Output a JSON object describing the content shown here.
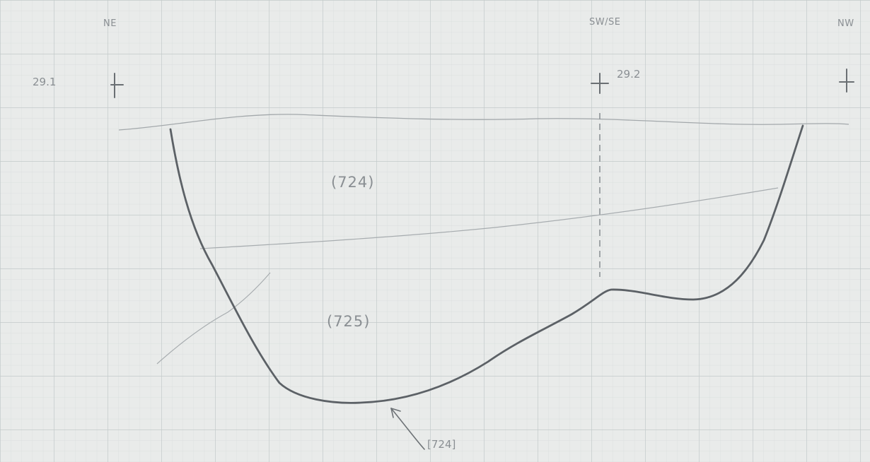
{
  "section": {
    "orientation": {
      "left": "NE",
      "middle": "SW/SE",
      "right": "NW"
    },
    "section_points": {
      "left": "29.1",
      "middle": "29.2"
    },
    "contexts": {
      "upper_fill": "(724)",
      "lower_fill": "(725)",
      "cut": "[724]"
    },
    "colors": {
      "paper": "#e9ebea",
      "grid_minor": "#d6dbdb",
      "grid_major": "#c5cbcc",
      "pencil_heavy": "#5c6166",
      "pencil_light": "#9ea3a6"
    }
  }
}
